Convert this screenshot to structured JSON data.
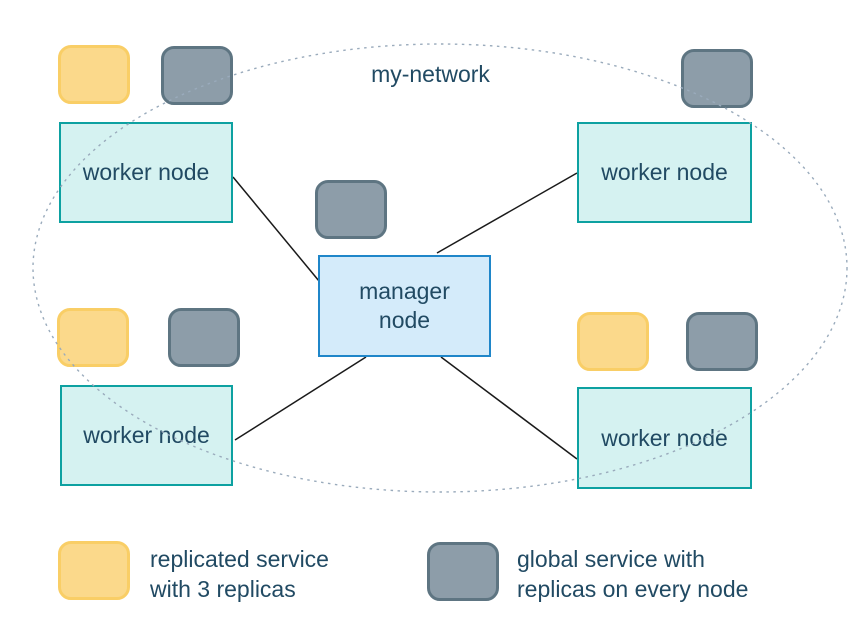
{
  "diagram": {
    "network_label": "my-network",
    "manager": {
      "label": "manager node",
      "label_lines": [
        "manager",
        "node"
      ]
    },
    "workers": [
      {
        "id": "worker-top-left",
        "label": "worker node"
      },
      {
        "id": "worker-top-right",
        "label": "worker node"
      },
      {
        "id": "worker-bottom-left",
        "label": "worker node"
      },
      {
        "id": "worker-bottom-right",
        "label": "worker node"
      }
    ],
    "edges": [
      {
        "from": "manager",
        "to": "worker-top-left"
      },
      {
        "from": "manager",
        "to": "worker-top-right"
      },
      {
        "from": "manager",
        "to": "worker-bottom-left"
      },
      {
        "from": "manager",
        "to": "worker-bottom-right"
      }
    ],
    "service_placements": [
      {
        "node": "worker-top-left",
        "services": [
          "replicated",
          "global"
        ]
      },
      {
        "node": "worker-top-right",
        "services": [
          "global"
        ]
      },
      {
        "node": "manager",
        "services": [
          "global"
        ]
      },
      {
        "node": "worker-bottom-left",
        "services": [
          "replicated",
          "global"
        ]
      },
      {
        "node": "worker-bottom-right",
        "services": [
          "replicated",
          "global"
        ]
      }
    ]
  },
  "legend": {
    "replicated": {
      "icon": "rounded-square-yellow",
      "line1": "replicated service",
      "line2": "with 3 replicas"
    },
    "global": {
      "icon": "rounded-square-gray",
      "line1": "global service with",
      "line2": "replicas on every node"
    }
  },
  "colors": {
    "worker-fill": "#d5f2f1",
    "worker-border": "#0da1a1",
    "manager-fill": "#d4ebfa",
    "manager-border": "#1f86c9",
    "replicated-fill": "#fbd98b",
    "replicated-border": "#f9ce66",
    "global-fill": "#8d9da9",
    "global-border": "#5e7582",
    "text": "#214a63",
    "edge-line": "#1a1a1a",
    "network-dash": "#9aabbc",
    "background": "#ffffff"
  }
}
